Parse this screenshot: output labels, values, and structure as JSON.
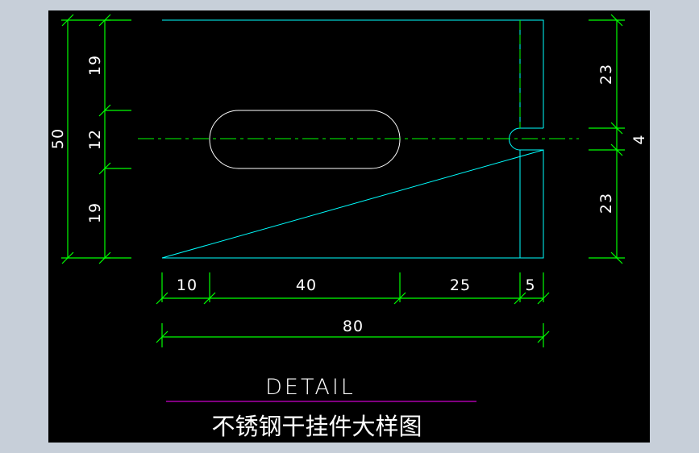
{
  "dimensions": {
    "height_total": "50",
    "left_top": "19",
    "left_mid": "12",
    "left_bottom": "19",
    "right_top": "23",
    "right_mid": "4",
    "right_bottom": "23",
    "bottom_a": "10",
    "bottom_b": "40",
    "bottom_c": "25",
    "bottom_d": "5",
    "width_total": "80"
  },
  "title": {
    "main": "DETAIL",
    "sub": "不锈钢干挂件大样图"
  },
  "colors": {
    "background": "#000000",
    "outline": "#00ffff",
    "dimension": "#00ff00",
    "text": "#ffffff",
    "title_underline": "#ff00ff",
    "frame": "#c7cfd9"
  }
}
